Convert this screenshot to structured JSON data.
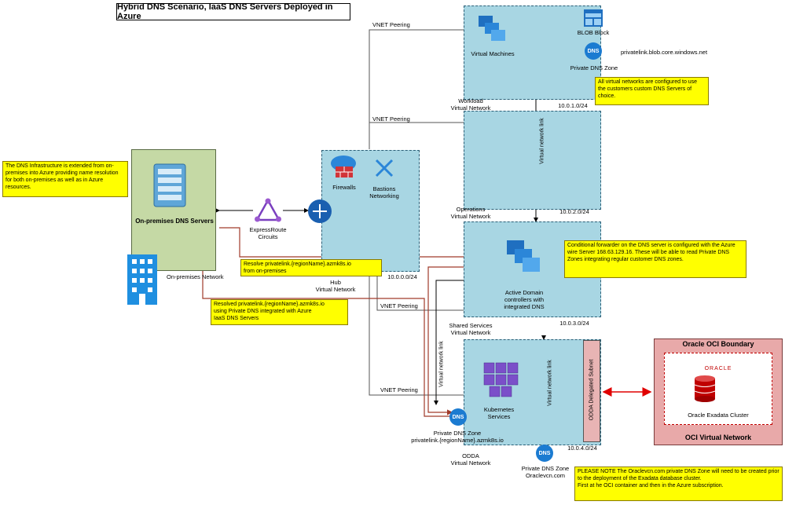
{
  "title": "Hybrid DNS Scenario, IaaS DNS Servers  Deployed in Azure",
  "vnets": {
    "workload": {
      "name": "Workload\nVirtual Network",
      "cidr": "10.0.1.0/24"
    },
    "operations": {
      "name": "Operations\nVirtual Network",
      "cidr": "10.0.2.0/24"
    },
    "shared": {
      "name": "Shared Services\nVirtual Network",
      "cidr": "10.0.3.0/24"
    },
    "odda": {
      "name": "ODDA\nVirtual Network",
      "cidr": "10.0.4.0/24"
    },
    "hub": {
      "name": "Hub\nVirtual Network",
      "cidr": "10.0.0.0/24"
    }
  },
  "peering": [
    "VNET Peering",
    "VNET Peering",
    "VNET Peering",
    "VNET Peering"
  ],
  "labels": {
    "virtual_machines": "Virtual Machines",
    "blob_block": "BLOB Block",
    "private_dns_zone": "Private DNS Zone",
    "blob_dns": "privatelink.blob.core.windows.net",
    "firewalls": "Firewalls",
    "bastions": "Bastions\nNetworking",
    "expressroute": "ExpressRoute\nCircuits",
    "onprem_servers": "On-premises DNS Servers",
    "onprem_network": "On-premises Network",
    "adds": "Active Domain\ncontrollers with\nintegrated DNS",
    "kubernetes": "Kubernetes\nServices",
    "aks_dns_zone": "Private DNS Zone\nprivatelink.{regionName}.azmk8s.io",
    "oracle_dns_zone": "Private DNS Zone\nOraclevcn.com",
    "vnet_link": "Virtual network link",
    "odda_subnet": "ODDA Delegated Subnet",
    "oci_boundary": "Oracle OCI Boundary",
    "oracle_logo": "ORACLE",
    "exadata": "Oracle Exadata Cluster",
    "oci_vnet": "OCI Virtual Network",
    "dns_icon": "DNS"
  },
  "notes": {
    "vnets_custom_dns": "All virtual networks are configured to use the customers custom DNS Servers of choice.",
    "dns_infra": "The DNS Infrastructure is extended from on-premises into Azure providing name resolution for both on-premises as well as in Azure resources.",
    "conditional_forwarder": "Conditional forwarder on the DNS server is configured with the Azure wire Server 168.63.129.16. These will be able to read Private DNS Zones integrating regular customer DNS zones.",
    "resolve": "Resolve privatelink.{regionName}.azmk8s.io\nfrom on-premises",
    "resolved": "Resolved privatelink.{regionName}.azmk8s.io\nusing Private DNS integrated with Azure\nIaaS DNS Servers",
    "please_note": "PLEASE NOTE The Oraclevcn.com private DNS Zone will need to be created prior to the deployment of the Exadata database cluster.\nFirst at he OCI container and then in the Azure subscription."
  }
}
